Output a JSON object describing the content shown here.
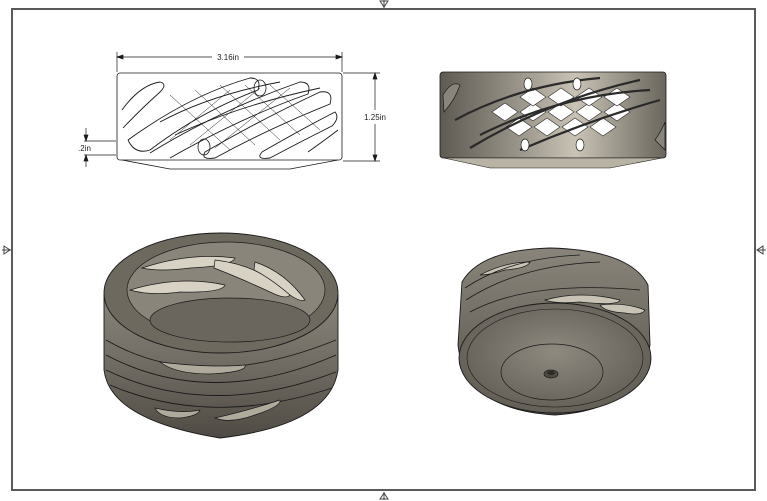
{
  "drawing": {
    "type": "engineering-drawing-sheet",
    "views": [
      {
        "name": "front-view-wireframe",
        "style": "hidden-line"
      },
      {
        "name": "front-view-shaded",
        "style": "shaded-with-edges"
      },
      {
        "name": "isometric-top-view",
        "style": "shaded-with-edges"
      },
      {
        "name": "isometric-bottom-view",
        "style": "shaded-with-edges"
      }
    ],
    "dimensions": {
      "width": "3.16in",
      "height": "1.25in",
      "base": ".2in"
    },
    "colors": {
      "frame": "#5a5a5a",
      "line": "#1a1a1a",
      "metal_dark": "#5e5a52",
      "metal_mid": "#8a857b",
      "metal_light": "#c9c3b5"
    }
  }
}
